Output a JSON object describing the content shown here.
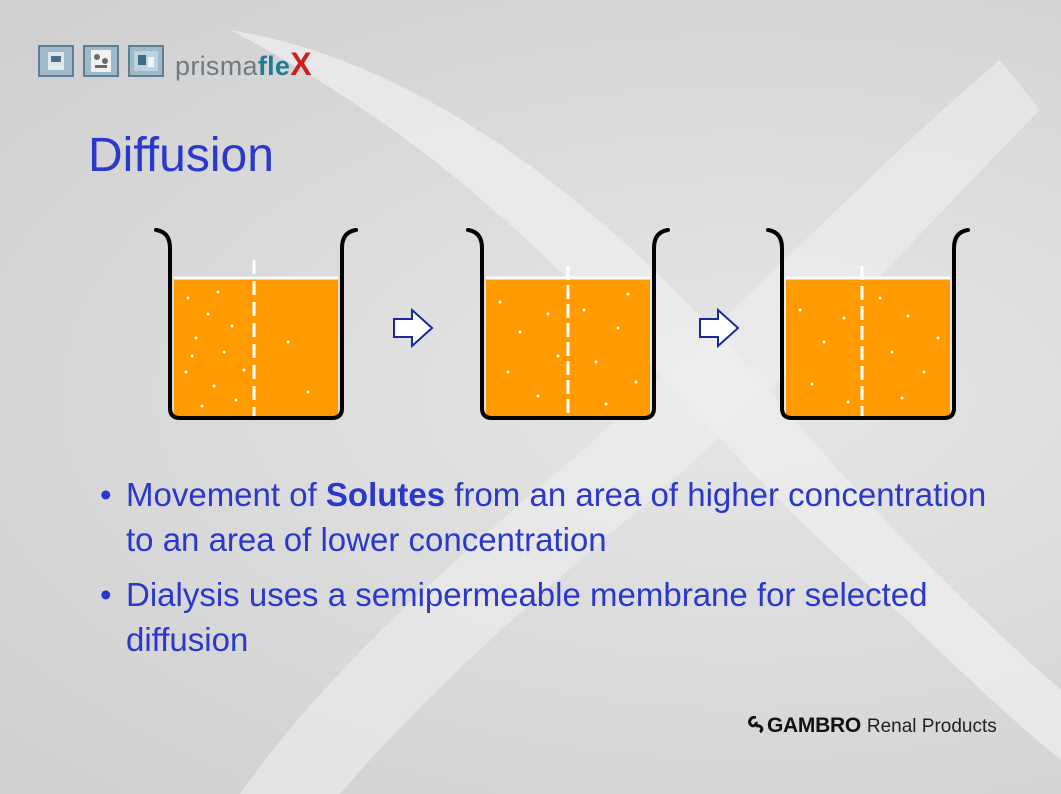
{
  "header": {
    "brand_prefix": "prisma",
    "brand_flex": "fle",
    "brand_x": "X"
  },
  "slide": {
    "title": "Diffusion",
    "bullets": [
      {
        "before": "Movement of ",
        "bold": "Solutes",
        "after": " from an area of higher concentration to an area of lower concentration"
      },
      {
        "before": "Dialysis uses a semipermeable membrane for selected diffusion",
        "bold": "",
        "after": ""
      }
    ],
    "bullet_symbol": "•"
  },
  "diagram": {
    "beakers": 3,
    "liquid_color": "#ff9b00",
    "arrow_icon": "right-hollow-arrow-icon"
  },
  "footer": {
    "company": "GAMBRO",
    "division": "Renal Products"
  },
  "colors": {
    "title": "#2a38cc",
    "liquid": "#ff9b00",
    "logo_x": "#cc1f1f"
  }
}
